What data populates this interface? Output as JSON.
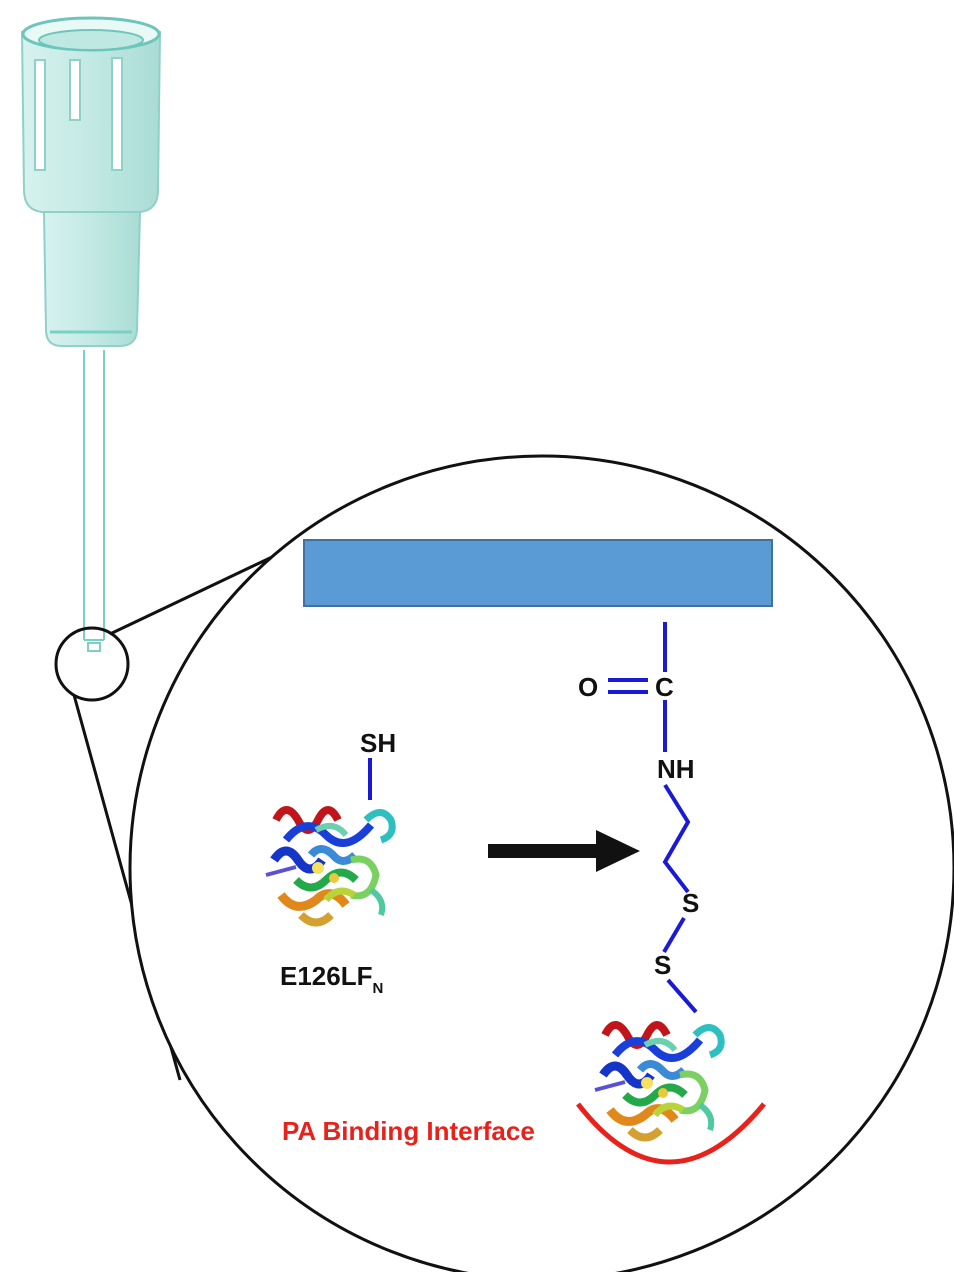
{
  "labels": {
    "thiol": "SH",
    "protein_name": "E126LF",
    "protein_subscript": "N",
    "carbonyl_o": "O",
    "carbonyl_c": "C",
    "amide": "NH",
    "sulfur_1": "S",
    "sulfur_2": "S",
    "interface": "PA Binding Interface"
  },
  "colors": {
    "surface_bar": "#5b9bd5",
    "linker_bonds": "#1a1ad6",
    "outline": "#111111",
    "interface": "#e8221b",
    "tube": "#c9ece8",
    "tube_edge": "#5fbfb5"
  },
  "icons": [
    "pipette-tip-icon",
    "protein-ribbon-icon",
    "reaction-arrow-icon"
  ]
}
